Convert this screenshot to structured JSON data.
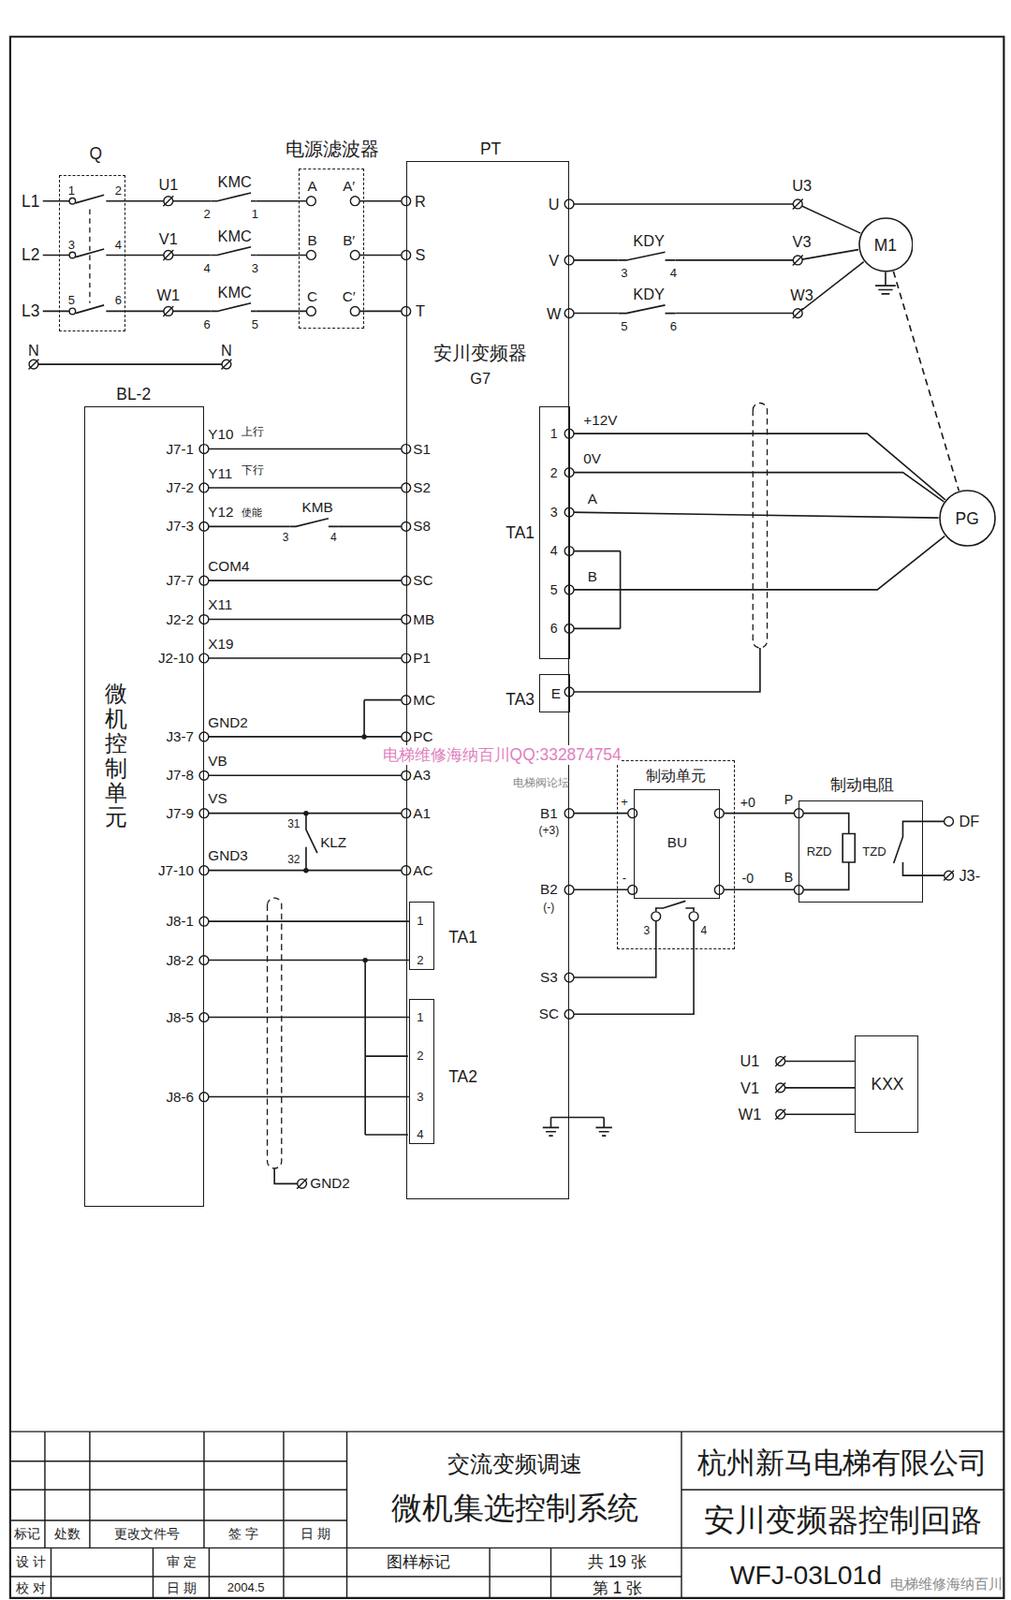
{
  "diagram": {
    "nodes": [
      {
        "text": [
          "Q"
        ]
      },
      {
        "text": [
          "电源滤波器"
        ]
      },
      {
        "text": [
          "PT",
          "安川变频器",
          "G7"
        ]
      },
      {
        "text": [
          "M1"
        ]
      },
      {
        "text": [
          "BL-2",
          "微机控制单元"
        ]
      },
      {
        "text": [
          "TA1"
        ],
        "in": 2
      },
      {
        "text": [
          "TA3",
          "E"
        ],
        "in": 2
      },
      {
        "text": [
          "PG"
        ]
      },
      {
        "text": [
          "TA1"
        ],
        "in": 2
      },
      {
        "text": [
          "TA2"
        ],
        "in": 2
      },
      {
        "text": [
          "制动单元"
        ]
      },
      {
        "text": [
          "BU"
        ],
        "in": 10
      },
      {
        "text": [
          "制动电阻"
        ]
      },
      {
        "text": [
          "KXX"
        ]
      }
    ],
    "edges": [
      {
        "from": 0,
        "to": 1,
        "arrow": "none"
      },
      {
        "from": 0,
        "to": 1,
        "arrow": "none"
      },
      {
        "from": 0,
        "to": 1,
        "arrow": "none"
      },
      {
        "from": 1,
        "to": 2,
        "arrow": "none"
      },
      {
        "from": 1,
        "to": 2,
        "arrow": "none"
      },
      {
        "from": 1,
        "to": 2,
        "arrow": "none"
      },
      {
        "from": 2,
        "to": 3,
        "arrow": "none"
      },
      {
        "from": 2,
        "to": 3,
        "arrow": "none"
      },
      {
        "from": 2,
        "to": 3,
        "arrow": "none"
      },
      {
        "from": 3,
        "to": 7,
        "arrow": "none"
      },
      {
        "from": 4,
        "to": 2,
        "arrow": "none"
      },
      {
        "from": 4,
        "to": 2,
        "arrow": "none"
      },
      {
        "from": 4,
        "to": 2,
        "arrow": "none"
      },
      {
        "from": 4,
        "to": 2,
        "arrow": "none"
      },
      {
        "from": 4,
        "to": 2,
        "arrow": "none"
      },
      {
        "from": 4,
        "to": 2,
        "arrow": "none"
      },
      {
        "from": 4,
        "to": 2,
        "arrow": "none"
      },
      {
        "from": 4,
        "to": 2,
        "arrow": "none"
      },
      {
        "from": 4,
        "to": 2,
        "arrow": "none"
      },
      {
        "from": 4,
        "to": 2,
        "arrow": "none"
      },
      {
        "from": 4,
        "to": 8,
        "arrow": "none"
      },
      {
        "from": 4,
        "to": 8,
        "arrow": "none"
      },
      {
        "from": 4,
        "to": 9,
        "arrow": "none"
      },
      {
        "from": 4,
        "to": 9,
        "arrow": "none"
      },
      {
        "from": 5,
        "to": 7,
        "arrow": "none"
      },
      {
        "from": 5,
        "to": 7,
        "arrow": "none"
      },
      {
        "from": 5,
        "to": 7,
        "arrow": "none"
      },
      {
        "from": 5,
        "to": 7,
        "arrow": "none"
      },
      {
        "from": 2,
        "to": 11,
        "arrow": "none"
      },
      {
        "from": 2,
        "to": 11,
        "arrow": "none"
      },
      {
        "from": 2,
        "to": 10,
        "arrow": "none"
      },
      {
        "from": 2,
        "to": 10,
        "arrow": "none"
      },
      {
        "from": 11,
        "to": 12,
        "arrow": "none"
      },
      {
        "from": 11,
        "to": 12,
        "arrow": "none"
      }
    ],
    "labels": [
      "L1",
      "L2",
      "L3",
      "1",
      "2",
      "3",
      "4",
      "5",
      "6",
      "U1",
      "V1",
      "W1",
      "KMC",
      "KMC",
      "KMC",
      "2",
      "1",
      "4",
      "3",
      "6",
      "5",
      "A",
      "A′",
      "B",
      "B′",
      "C",
      "C′",
      "N",
      "N",
      "R",
      "S",
      "T",
      "U",
      "V",
      "W",
      "KDY",
      "3",
      "4",
      "KDY",
      "5",
      "6",
      "U3",
      "V3",
      "W3",
      "J7-1",
      "J7-2",
      "J7-3",
      "J7-7",
      "J2-2",
      "J2-10",
      "J3-7",
      "J7-8",
      "J7-9",
      "J7-10",
      "J8-1",
      "J8-2",
      "J8-5",
      "J8-6",
      "Y10",
      "上行",
      "Y11",
      "下行",
      "Y12",
      "使能",
      "KMB",
      "3",
      "4",
      "COM4",
      "X11",
      "X19",
      "GND2",
      "VB",
      "VS",
      "31",
      "32",
      "KLZ",
      "GND3",
      "S1",
      "S2",
      "S8",
      "SC",
      "MB",
      "P1",
      "MC",
      "PC",
      "A3",
      "A1",
      "AC",
      "1",
      "2",
      "1",
      "2",
      "3",
      "4",
      "GND2",
      "+12V",
      "0V",
      "A",
      "B",
      "1",
      "2",
      "3",
      "4",
      "5",
      "6",
      "B1",
      "(+3)",
      "B2",
      "(-)",
      "S3",
      "SC",
      "+",
      "-",
      "3",
      "4",
      "+0",
      "-0",
      "P",
      "B",
      "RZD",
      "TZD",
      "DF",
      "J3-",
      "U1",
      "V1",
      "W1",
      "电梯维修海纳百川QQ:332874754",
      "电梯阀论坛",
      "标记",
      "处数",
      "更改文件号",
      "签 字",
      "日 期",
      "设 计",
      "审 定",
      "校 对",
      "日 期",
      "2004.5",
      "交流变频调速",
      "微机集选控制系统",
      "图样标记",
      "共 19 张",
      "第 1 张",
      "杭州新马电梯有限公司",
      "安川变频器控制回路",
      "WFJ-03L01d",
      "电梯维修海纳百川"
    ]
  }
}
